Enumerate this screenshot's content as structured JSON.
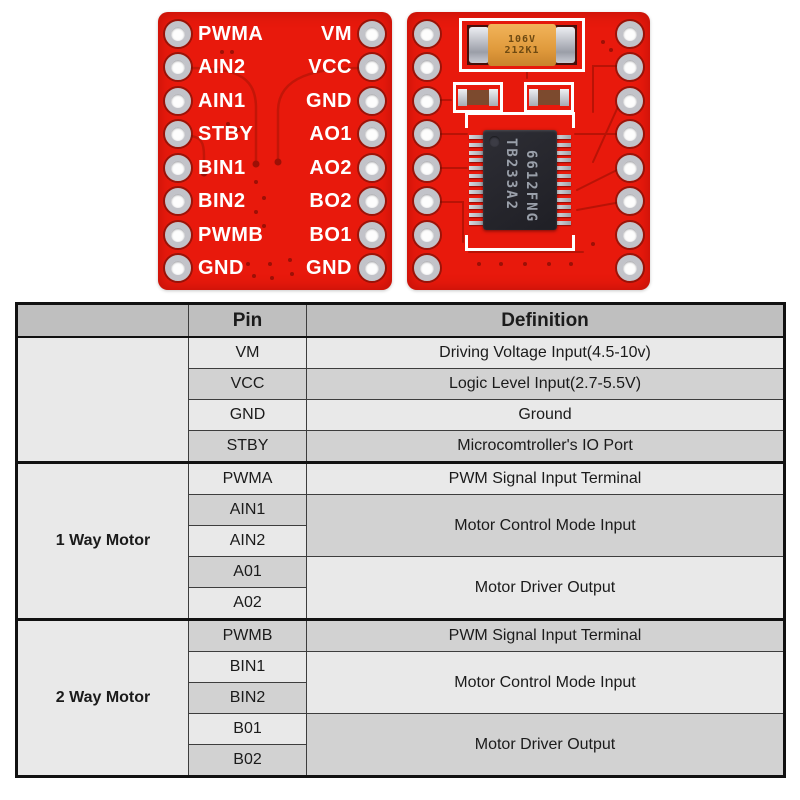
{
  "colors": {
    "pcb_red": "#e8190c",
    "trace_red": "#b81407",
    "silkscreen_white": "#ffffff",
    "header_gray": "#bfbfbf",
    "row_light": "#e9e9e9",
    "row_mid": "#d2d2d2"
  },
  "boards": {
    "front": {
      "left_pins": [
        "PWMA",
        "AIN2",
        "AIN1",
        "STBY",
        "BIN1",
        "BIN2",
        "PWMB",
        "GND"
      ],
      "right_pins": [
        "VM",
        "VCC",
        "GND",
        "AO1",
        "AO2",
        "BO2",
        "BO1",
        "GND"
      ]
    },
    "back": {
      "ic_marking": [
        "TB233A2",
        "6612FNG"
      ],
      "capacitor_marking": [
        "106V",
        "212K1"
      ]
    }
  },
  "table": {
    "header": {
      "group": "",
      "pin": "Pin",
      "definition": "Definition"
    },
    "power": {
      "label": "",
      "rows": [
        {
          "pin": "VM",
          "definition": "Driving Voltage Input(4.5-10v)"
        },
        {
          "pin": "VCC",
          "definition": "Logic Level Input(2.7-5.5V)"
        },
        {
          "pin": "GND",
          "definition": "Ground"
        },
        {
          "pin": "STBY",
          "definition": "Microcomtroller's IO Port"
        }
      ]
    },
    "motor1": {
      "label": "1 Way Motor",
      "pwm_pin": "PWMA",
      "pwm_definition": "PWM Signal Input Terminal",
      "mode_pins": [
        "AIN1",
        "AIN2"
      ],
      "mode_definition": "Motor Control Mode Input",
      "out_pins": [
        "A01",
        "A02"
      ],
      "out_definition": "Motor Driver Output"
    },
    "motor2": {
      "label": "2 Way Motor",
      "pwm_pin": "PWMB",
      "pwm_definition": "PWM Signal Input Terminal",
      "mode_pins": [
        "BIN1",
        "BIN2"
      ],
      "mode_definition": "Motor Control Mode Input",
      "out_pins": [
        "B01",
        "B02"
      ],
      "out_definition": "Motor Driver Output"
    }
  }
}
